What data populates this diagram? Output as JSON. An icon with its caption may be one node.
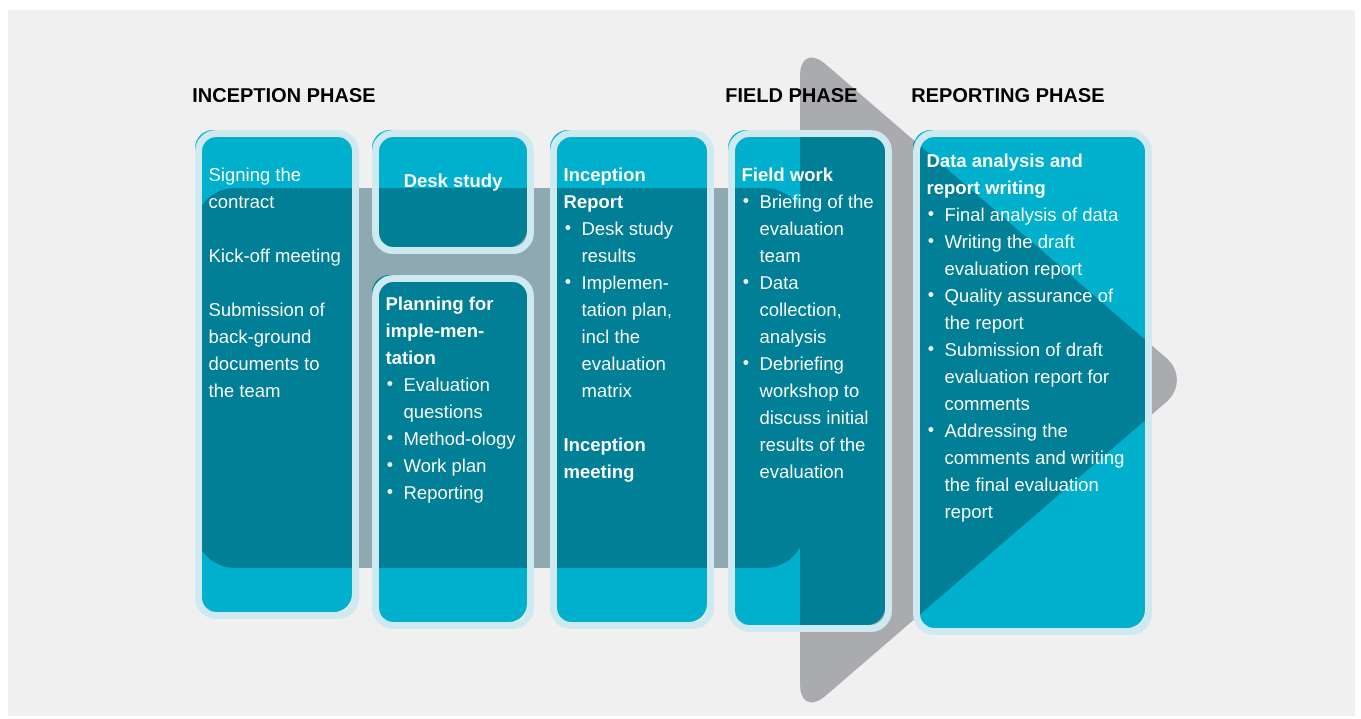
{
  "diagram": {
    "nodes": [
      {
        "text": [
          "Signing the contract",
          "Kick-off meeting",
          "Submission of back-ground documents to the team"
        ]
      },
      {
        "text": [
          "Desk study"
        ]
      },
      {
        "text": [
          "Planning for imple-men-tation",
          "Evaluation questions",
          "Method-ology",
          "Work plan",
          "Reporting"
        ]
      },
      {
        "text": [
          "Inception Report",
          "Desk study results",
          "Implemen-tation plan, incl the evaluation matrix",
          "Inception meeting"
        ]
      },
      {
        "text": [
          "Field work",
          "Briefing of the evaluation team",
          "Data collection, analysis",
          "Debriefing workshop to discuss initial results of the evaluation"
        ]
      },
      {
        "text": [
          "Data analysis and report writing",
          "Final analysis of data",
          "Writing the draft evaluation report",
          "Quality assurance of the report",
          "Submission of draft evaluation report for comments",
          "Addressing the comments and writing the final evaluation report"
        ]
      }
    ],
    "labels": [
      "INCEPTION PHASE",
      "FIELD PHASE",
      "REPORTING PHASE"
    ]
  }
}
